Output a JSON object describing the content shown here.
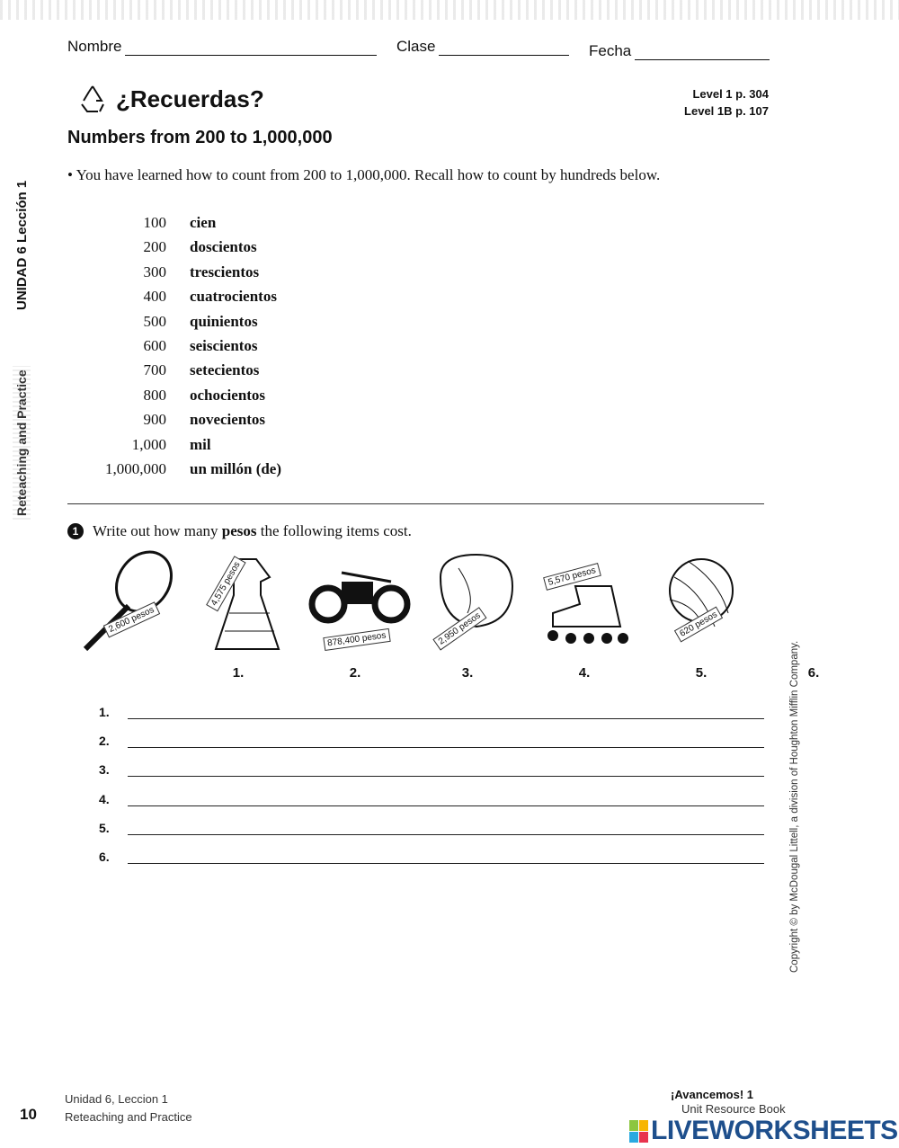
{
  "header": {
    "name_label": "Nombre",
    "class_label": "Clase",
    "date_label": "Fecha"
  },
  "title": "¿Recuerdas?",
  "title_icon": "recycle-icon",
  "levels": [
    "Level 1 p. 304",
    "Level 1B p. 107"
  ],
  "subtitle": "Numbers from 200 to 1,000,000",
  "intro": "• You have learned how to count from 200 to 1,000,000. Recall how to count by hundreds below.",
  "numbers": [
    {
      "n": "100",
      "w": "cien"
    },
    {
      "n": "200",
      "w": "doscientos"
    },
    {
      "n": "300",
      "w": "trescientos"
    },
    {
      "n": "400",
      "w": "cuatrocientos"
    },
    {
      "n": "500",
      "w": "quinientos"
    },
    {
      "n": "600",
      "w": "seiscientos"
    },
    {
      "n": "700",
      "w": "setecientos"
    },
    {
      "n": "800",
      "w": "ochocientos"
    },
    {
      "n": "900",
      "w": "novecientos"
    },
    {
      "n": "1,000",
      "w": "mil"
    },
    {
      "n": "1,000,000",
      "w": "un millón (de)"
    }
  ],
  "exercise": {
    "number": "1",
    "text_before": "Write out how many ",
    "bold": "pesos",
    "text_after": " the following items cost."
  },
  "items": [
    {
      "label": "1.",
      "object": "tennis-racket",
      "price": "2,600 pesos"
    },
    {
      "label": "2.",
      "object": "dress",
      "price": "4,575 pesos"
    },
    {
      "label": "3.",
      "object": "motorcycle",
      "price": "878,400 pesos"
    },
    {
      "label": "4.",
      "object": "baseball-glove",
      "price": "2,950 pesos"
    },
    {
      "label": "5.",
      "object": "inline-skate",
      "price": "5,570 pesos"
    },
    {
      "label": "6.",
      "object": "ball",
      "price": "620 pesos"
    }
  ],
  "answers": [
    "1.",
    "2.",
    "3.",
    "4.",
    "5.",
    "6."
  ],
  "side_label": {
    "unit": "UNIDAD 6 Lección 1",
    "section": "Reteaching and Practice"
  },
  "copyright": "Copyright © by McDougal Littell, a division of Houghton Mifflin Company.",
  "footer": {
    "page": "10",
    "left1": "Unidad 6, Leccion 1",
    "left2": "Reteaching and Practice",
    "right1": "¡Avancemos! 1",
    "right2": "Unit Resource Book",
    "brand": "LIVEWORKSHEETS"
  }
}
